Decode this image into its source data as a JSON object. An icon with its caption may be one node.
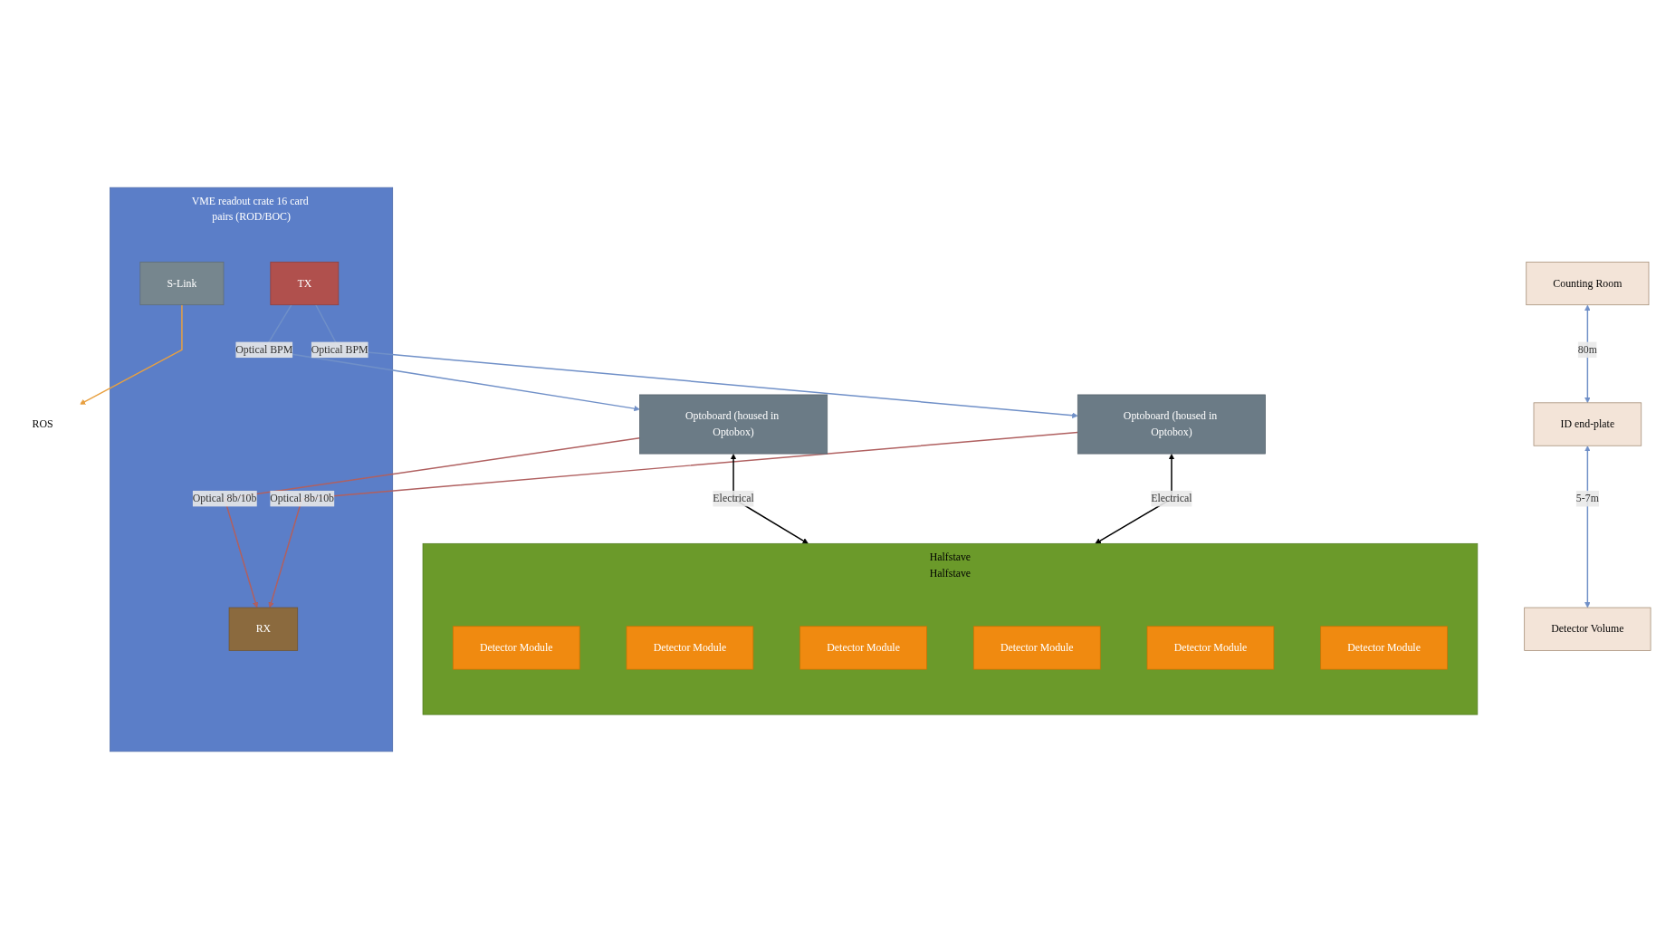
{
  "diagram": {
    "nodes": [
      {
        "text": [
          "VME readout crate 16 card pairs (ROD/BOC)"
        ]
      },
      {
        "text": [
          "S-Link"
        ],
        "in": 0
      },
      {
        "text": [
          "RX"
        ],
        "in": 0
      },
      {
        "text": [
          "TX"
        ],
        "in": 0
      },
      {
        "text": [
          "ROS"
        ]
      },
      {
        "text": [
          "Optoboard (housed in Optobox)"
        ]
      },
      {
        "text": [
          "Optoboard (housed in Optobox)"
        ]
      },
      {
        "text": [
          "Halfstave",
          "Halfstave"
        ]
      },
      {
        "text": [
          "Detector Module"
        ],
        "in": 7
      },
      {
        "text": [
          "Detector Module"
        ],
        "in": 7
      },
      {
        "text": [
          "Detector Module"
        ],
        "in": 7
      },
      {
        "text": [
          "Detector Module"
        ],
        "in": 7
      },
      {
        "text": [
          "Detector Module"
        ],
        "in": 7
      },
      {
        "text": [
          "Detector Module"
        ],
        "in": 7
      },
      {
        "text": [
          "Counting Room"
        ]
      },
      {
        "text": [
          "ID end-plate"
        ]
      },
      {
        "text": [
          "Detector Volume"
        ]
      }
    ],
    "edges": [
      {
        "from": 1,
        "to": 4,
        "arrow": "to",
        "color": "#e8a040"
      },
      {
        "from": 3,
        "to": 5,
        "label": "Optical BPM",
        "arrow": "to",
        "color": "#7090c8"
      },
      {
        "from": 5,
        "to": 2,
        "label": "Optical 8b/10b",
        "arrow": "to",
        "color": "#b06060"
      },
      {
        "from": 6,
        "to": 2,
        "label": "Optical 8b/10b",
        "arrow": "to",
        "color": "#b06060"
      },
      {
        "from": 3,
        "to": 6,
        "label": "Optical BPM",
        "arrow": "to",
        "color": "#7090c8"
      },
      {
        "from": 5,
        "to": 7,
        "label": "Electrical",
        "arrow": "both",
        "color": "#000000"
      },
      {
        "from": 6,
        "to": 7,
        "label": "Electrical",
        "arrow": "both",
        "color": "#000000"
      },
      {
        "from": 14,
        "to": 15,
        "label": "80m",
        "arrow": "both",
        "color": "#7090c8"
      },
      {
        "from": 15,
        "to": 16,
        "label": "5-7m",
        "arrow": "both",
        "color": "#7090c8"
      }
    ]
  }
}
